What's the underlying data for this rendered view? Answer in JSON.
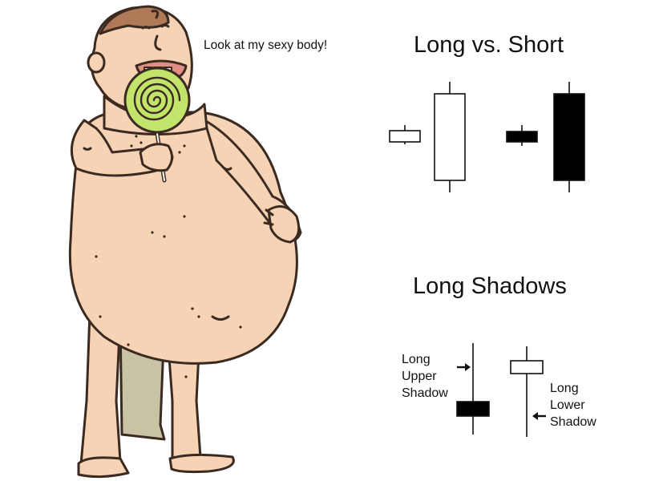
{
  "speech_bubble": "Look at my sexy body!",
  "section_1": {
    "title": "Long vs. Short"
  },
  "section_2": {
    "title": "Long Shadows",
    "upper_label": [
      "Long",
      "Upper",
      "Shadow"
    ],
    "lower_label": [
      "Long",
      "Lower",
      "Shadow"
    ]
  },
  "colors": {
    "skin": "#f7d3b6",
    "skin_shadow": "#eab896",
    "lollipop": "#c3e46a",
    "towel": "#c8c3a4",
    "hair": "#b07a58",
    "bullish_fill": "#ffffff",
    "bearish_fill": "#000000"
  },
  "icons": [
    "lollipop-icon",
    "arrow-right-icon",
    "arrow-left-icon"
  ]
}
